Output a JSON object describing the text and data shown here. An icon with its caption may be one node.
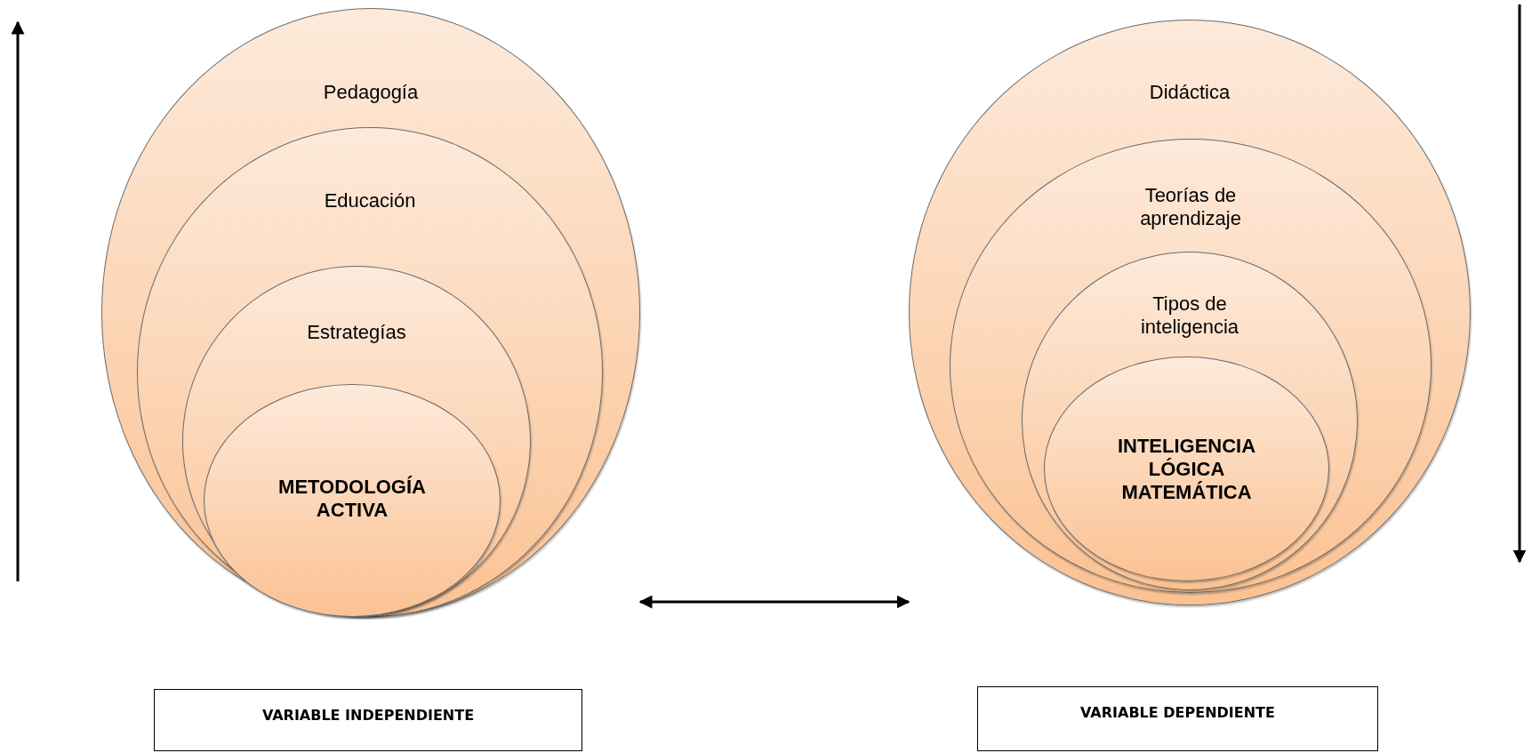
{
  "diagram": {
    "nodes": [
      {
        "text": [
          "Pedagogía"
        ]
      },
      {
        "text": [
          "Educación"
        ],
        "in": 0
      },
      {
        "text": [
          "Estrategías"
        ],
        "in": 1
      },
      {
        "text": [
          "METODOLOGÍA ACTIVA"
        ],
        "in": 2
      },
      {
        "text": [
          "Didáctica"
        ]
      },
      {
        "text": [
          "Teorías de aprendizaje"
        ],
        "in": 4
      },
      {
        "text": [
          "Tipos de inteligencia"
        ],
        "in": 5
      },
      {
        "text": [
          "INTELIGENCIA LÓGICA MATEMÁTICA"
        ],
        "in": 6
      },
      {
        "text": [
          "VARIABLE INDEPENDIENTE"
        ]
      },
      {
        "text": [
          "VARIABLE DEPENDIENTE"
        ]
      }
    ],
    "edges": [
      {
        "from": 0,
        "to": 4,
        "arrow": "both"
      }
    ]
  }
}
